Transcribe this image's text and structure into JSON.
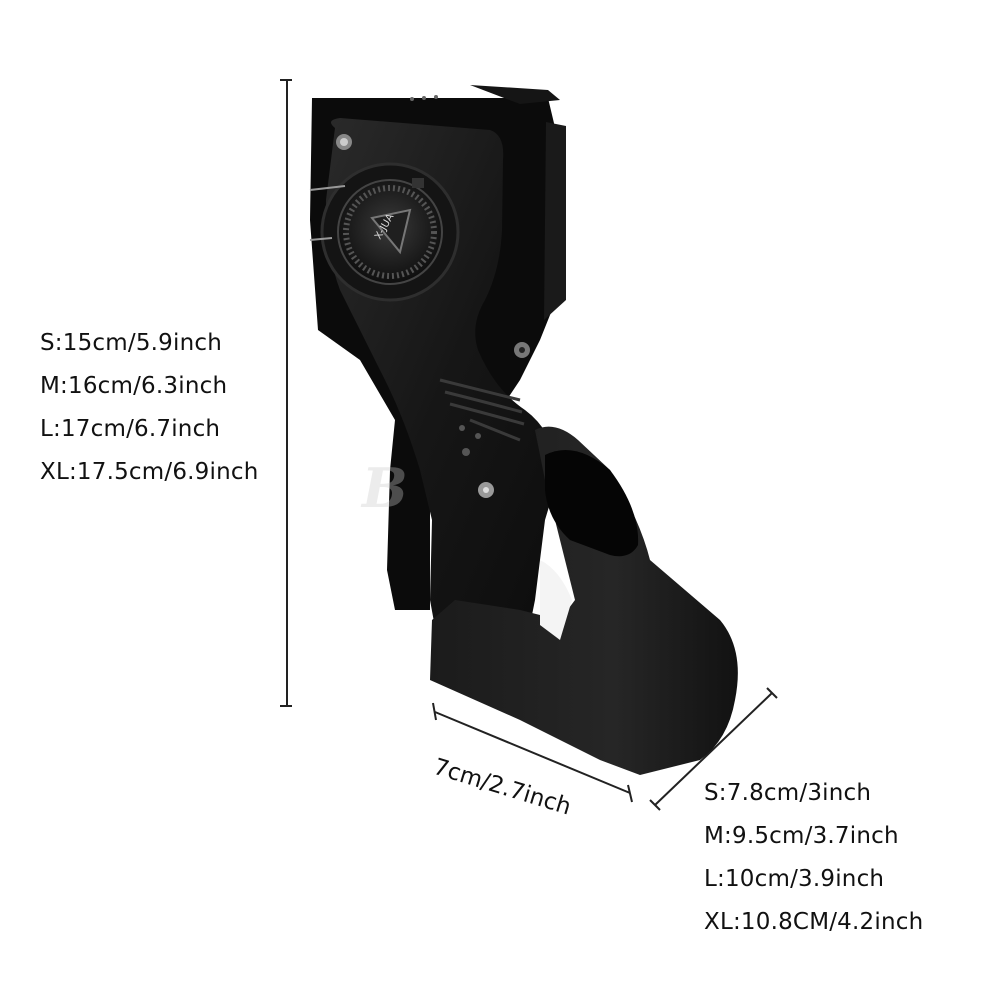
{
  "height_sizes": [
    "S:15cm/5.9inch",
    "M:16cm/6.3inch",
    "L:17cm/6.7inch",
    "XL:17.5cm/6.9inch"
  ],
  "width_label": "7cm/2.7inch",
  "depth_sizes": [
    "S:7.8cm/3inch",
    "M:9.5cm/3.7inch",
    "L:10cm/3.9inch",
    "XL:10.8CM/4.2inch"
  ],
  "dial_logo": "X-JUA",
  "watermark": "B",
  "colors": {
    "product": "#161616",
    "strap": "#0b0b0b",
    "dimension_line": "#222222",
    "text": "#111111"
  }
}
